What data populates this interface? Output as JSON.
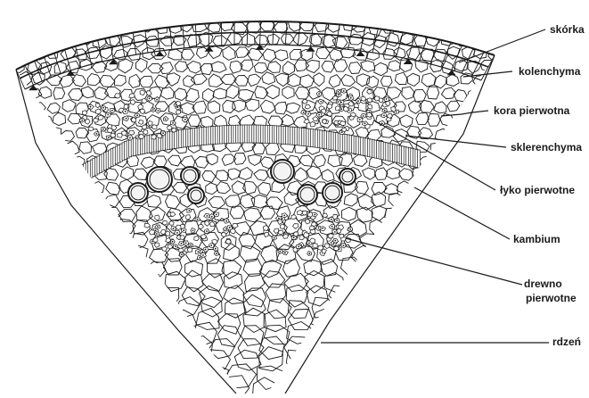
{
  "labels": {
    "skorka": "skórka",
    "kolenchyma": "kolenchyma",
    "kora_pierwotna": "kora pierwotna",
    "sklerenchyma": "sklerenchyma",
    "lyko_pierwotne": "łyko pierwotne",
    "kambium": "kambium",
    "drewno_line1": "drewno",
    "drewno_line2": "pierwotne",
    "rdzen": "rdzeń"
  },
  "colors": {
    "ink": "#1a1a1a",
    "background": "#ffffff",
    "vessel_fill": "#f4f4f4"
  }
}
